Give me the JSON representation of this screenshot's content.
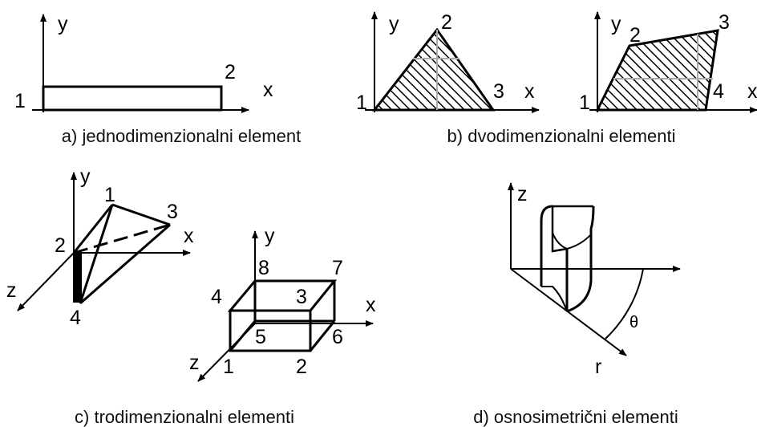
{
  "panel_a": {
    "axis_y": "y",
    "axis_x": "x",
    "node_1": "1",
    "node_2": "2",
    "caption": "a) jednodimenzionalni element"
  },
  "panel_b": {
    "tri": {
      "axis_y": "y",
      "axis_x": "x",
      "node_1": "1",
      "node_2": "2",
      "node_3": "3"
    },
    "quad": {
      "axis_y": "y",
      "axis_x": "x",
      "node_1": "1",
      "node_2": "2",
      "node_3": "3",
      "node_4": "4"
    },
    "caption": "b) dvodimenzionalni elementi"
  },
  "panel_c": {
    "tet": {
      "axis_y": "y",
      "axis_x": "x",
      "axis_z": "z",
      "node_1": "1",
      "node_2": "2",
      "node_3": "3",
      "node_4": "4"
    },
    "hex": {
      "axis_y": "y",
      "axis_x": "x",
      "axis_z": "z",
      "node_1": "1",
      "node_2": "2",
      "node_3": "3",
      "node_4": "4",
      "node_5": "5",
      "node_6": "6",
      "node_7": "7",
      "node_8": "8"
    },
    "caption": "c) trodimenzionalni elementi"
  },
  "panel_d": {
    "axis_z": "z",
    "axis_r": "r",
    "angle_label": "θ",
    "caption": "d) osnosimetrični elementi"
  }
}
